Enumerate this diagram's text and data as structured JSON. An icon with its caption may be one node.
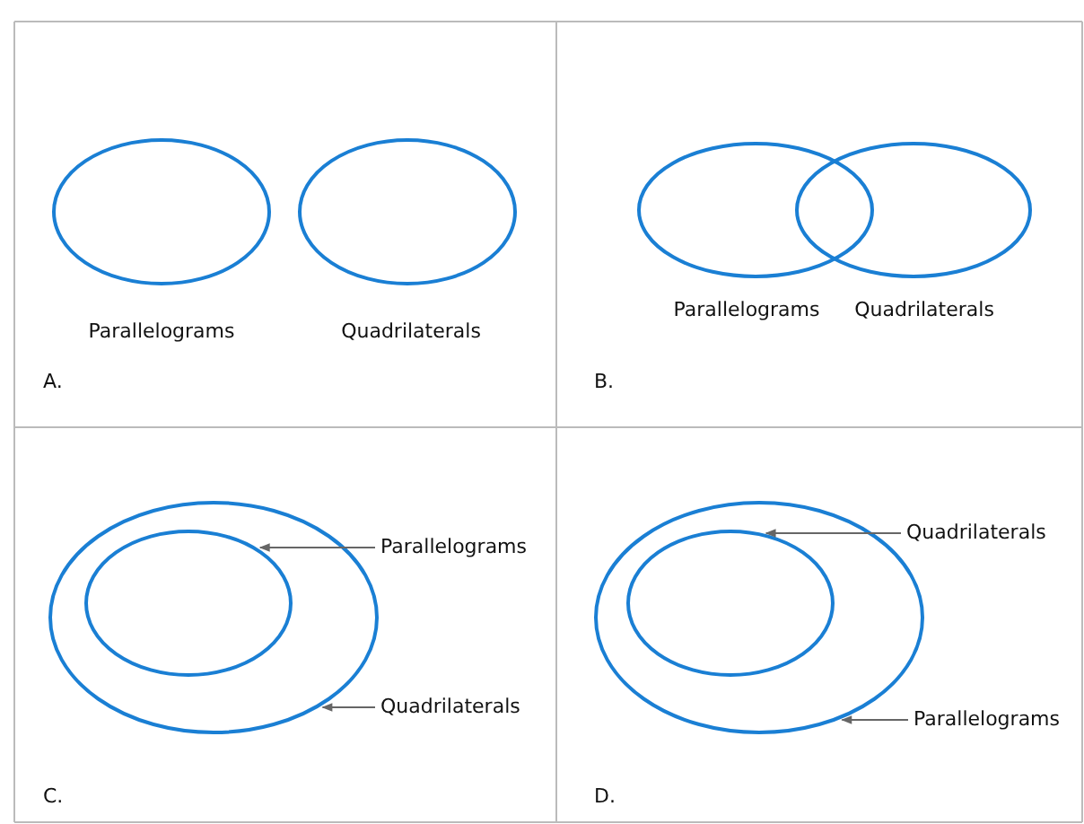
{
  "diagram": {
    "nodes": [
      {
        "text": [],
        "shape": "ellipse",
        "beside": [
          "Parallelograms"
        ]
      },
      {
        "text": [],
        "shape": "ellipse",
        "beside": [
          "Quadrilaterals"
        ]
      },
      {
        "text": [],
        "shape": "ellipse",
        "beside": [
          "Parallelograms"
        ]
      },
      {
        "text": [],
        "shape": "ellipse",
        "beside": [
          "Quadrilaterals"
        ]
      },
      {
        "text": [],
        "shape": "ellipse"
      },
      {
        "text": [],
        "shape": "ellipse",
        "in": 4
      },
      {
        "text": [
          "Parallelograms"
        ]
      },
      {
        "text": [
          "Quadrilaterals"
        ]
      },
      {
        "text": [],
        "shape": "ellipse"
      },
      {
        "text": [],
        "shape": "ellipse",
        "in": 8
      },
      {
        "text": [
          "Quadrilaterals"
        ]
      },
      {
        "text": [
          "Parallelograms"
        ]
      }
    ],
    "edges": [
      {
        "from": 6,
        "to": 5,
        "arrow": "to"
      },
      {
        "from": 7,
        "to": 4,
        "arrow": "to"
      },
      {
        "from": 10,
        "to": 9,
        "arrow": "to"
      },
      {
        "from": 11,
        "to": 8,
        "arrow": "to"
      }
    ],
    "labels": [
      "A.",
      "B.",
      "C.",
      "D."
    ]
  }
}
